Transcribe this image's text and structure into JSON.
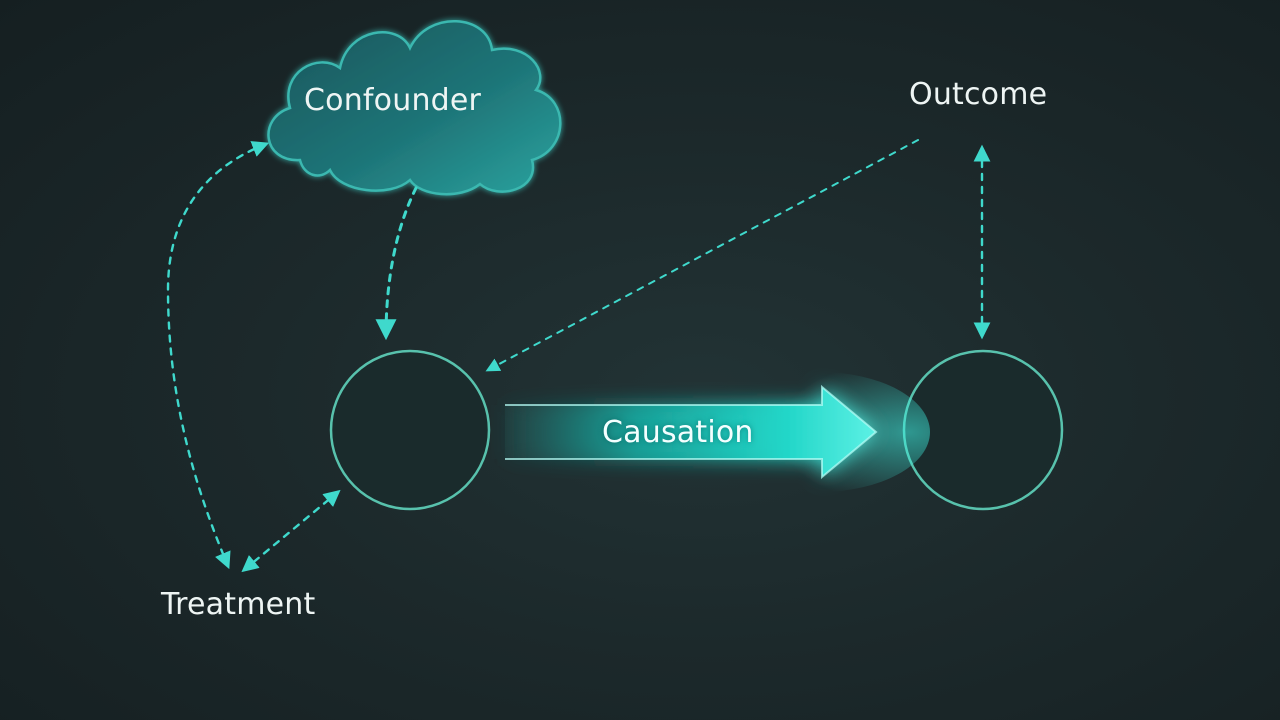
{
  "diagram": {
    "labels": {
      "confounder": "Confounder",
      "outcome": "Outcome",
      "treatment": "Treatment",
      "causation": "Causation"
    },
    "colors": {
      "background": "#1d2a2d",
      "accent": "#3fd9cc",
      "causation_arrow": "#27e0d1",
      "node_stroke": "#58c2ad",
      "cloud_fill": "#1e6f73",
      "text": "#eef5f4"
    },
    "edges": [
      {
        "from": "confounder",
        "to": "treatment",
        "style": "dashed",
        "direction": "bidirectional"
      },
      {
        "from": "confounder",
        "to": "treatment-node",
        "style": "dashed",
        "direction": "forward"
      },
      {
        "from": "outcome",
        "to": "treatment-node",
        "style": "dashed",
        "direction": "forward"
      },
      {
        "from": "outcome",
        "to": "outcome-node",
        "style": "dashed",
        "direction": "bidirectional"
      },
      {
        "from": "treatment",
        "to": "treatment-node",
        "style": "dashed",
        "direction": "bidirectional"
      },
      {
        "from": "treatment-node",
        "to": "outcome-node",
        "style": "solid-glow",
        "direction": "forward",
        "label": "Causation"
      }
    ]
  }
}
